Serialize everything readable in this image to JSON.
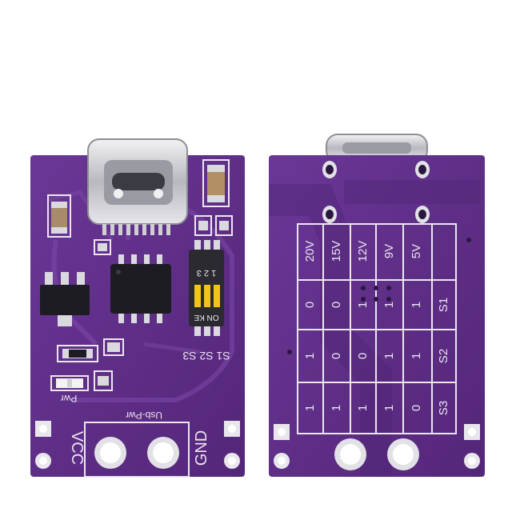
{
  "front_board": {
    "pins": {
      "vcc": "VCC",
      "gnd": "GND"
    },
    "usb_label": "Usb-Pwr",
    "pwr_label": "Pwr",
    "switch_on_label": "ON KE",
    "switch_numbers": [
      "1",
      "2",
      "3"
    ],
    "switch_names": "S1 S2 S3"
  },
  "back_board": {
    "voltages": [
      "20V",
      "15V",
      "12V",
      "9V",
      "5V"
    ],
    "switches": [
      {
        "name": "S1",
        "values": [
          "0",
          "0",
          "1",
          "1",
          "1"
        ]
      },
      {
        "name": "S2",
        "values": [
          "1",
          "0",
          "0",
          "1",
          "1"
        ]
      },
      {
        "name": "S3",
        "values": [
          "1",
          "1",
          "1",
          "1",
          "0"
        ]
      }
    ]
  },
  "colors": {
    "pcb": "#5e2d86",
    "pcb_dark": "#4a2170",
    "silk": "#ece6f0",
    "metal": "#cfcfd4",
    "chip": "#1c1c22",
    "pad": "#d9d9de"
  }
}
